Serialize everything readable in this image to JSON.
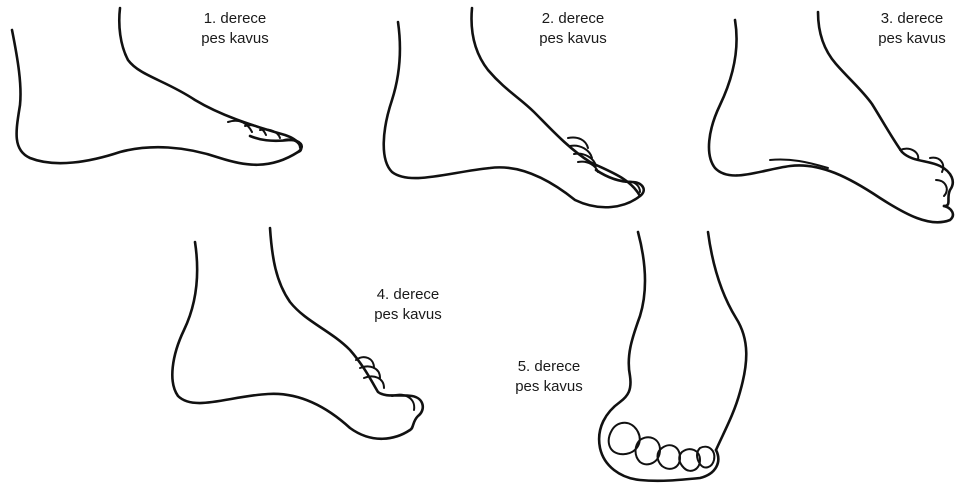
{
  "figure": {
    "panels": [
      {
        "degree_label": "1. derece",
        "name_label": "pes kavus"
      },
      {
        "degree_label": "2. derece",
        "name_label": "pes kavus"
      },
      {
        "degree_label": "3. derece",
        "name_label": "pes kavus"
      },
      {
        "degree_label": "4. derece",
        "name_label": "pes kavus"
      },
      {
        "degree_label": "5. derece",
        "name_label": "pes kavus"
      }
    ]
  }
}
